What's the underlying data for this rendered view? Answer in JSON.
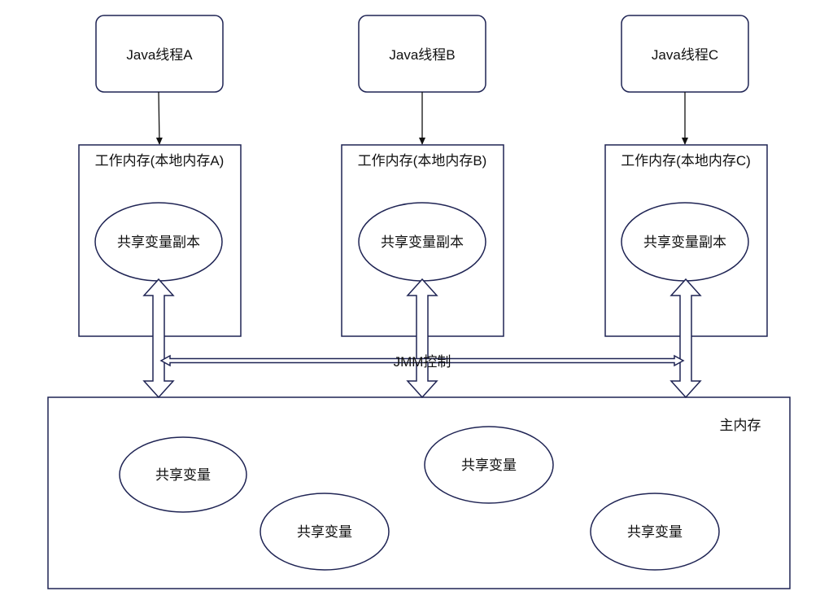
{
  "threads": [
    {
      "label": "Java线程A"
    },
    {
      "label": "Java线程B"
    },
    {
      "label": "Java线程C"
    }
  ],
  "working_memory": [
    {
      "label": "工作内存(本地内存A)",
      "copy_label": "共享变量副本"
    },
    {
      "label": "工作内存(本地内存B)",
      "copy_label": "共享变量副本"
    },
    {
      "label": "工作内存(本地内存C)",
      "copy_label": "共享变量副本"
    }
  ],
  "jmm_label": "JMM控制",
  "main_memory": {
    "label": "主内存",
    "variables": [
      "共享变量",
      "共享变量",
      "共享变量",
      "共享变量"
    ]
  },
  "colors": {
    "line": "#1f2454",
    "text": "#111111",
    "background": "#ffffff"
  }
}
